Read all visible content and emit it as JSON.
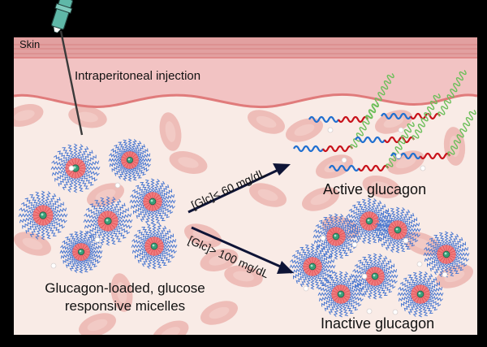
{
  "figure": {
    "layers": {
      "skin_label": "Skin",
      "injection_label": "Intraperitoneal injection"
    },
    "left_group": {
      "label": "Glucagon-loaded, glucose responsive micelles",
      "micelle_count": 7
    },
    "pathways": [
      {
        "condition_label": "[Glc]< 60 mg/dL",
        "result_label": "Active glucagon"
      },
      {
        "condition_label": "[Glc]> 100 mg/dL",
        "result_label": "Inactive glucagon"
      }
    ],
    "active_group": {
      "peptide_count": 6
    },
    "inactive_group": {
      "micelle_count": 8
    },
    "colors": {
      "background": "#000000",
      "tissue": "#f9ebe6",
      "dermis": "#f2c3c3",
      "epidermis": "#e2a0a0",
      "epidermis_stripe": "#d98888",
      "boundary": "#e07b7b",
      "blood_cell": "#eebdb8",
      "micelle_corona": "#4a78d0",
      "micelle_core": "#ef6b6b",
      "drug_core": "#3aa079",
      "peptide_blue": "#1f6fd0",
      "peptide_red": "#c8111a",
      "peptide_helix": "#6cbf5a",
      "arrow": "#0e1436",
      "syringe": "#5fb8a8"
    }
  }
}
